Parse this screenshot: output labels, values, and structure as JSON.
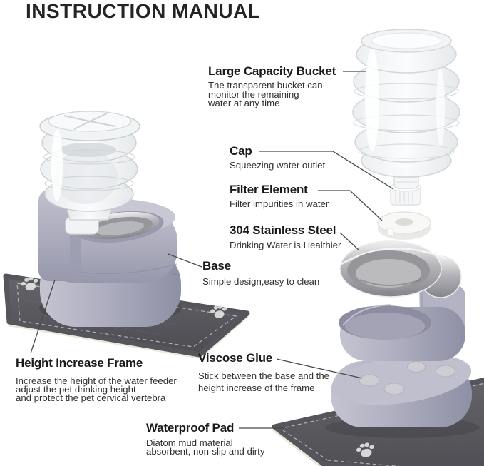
{
  "page": {
    "title": "INSTRUCTION MANUAL"
  },
  "labels": {
    "bucket": {
      "title": "Large Capacity Bucket",
      "desc": [
        "The transparent bucket can",
        "monitor the remaining",
        "water at any time"
      ]
    },
    "cap": {
      "title": "Cap",
      "desc": [
        "Squeezing water outlet"
      ]
    },
    "filter": {
      "title": "Filter Element",
      "desc": [
        "Filter impurities in water"
      ]
    },
    "steel": {
      "title": "304 Stainless Steel",
      "desc": [
        "Drinking Water is Healthier"
      ]
    },
    "base": {
      "title": "Base",
      "desc": [
        "Simple design,easy to clean"
      ]
    },
    "frame": {
      "title": "Height Increase Frame",
      "desc": [
        "Increase the height of the water feeder",
        "adjust the pet drinking height",
        "and protect the pet cervical vertebra"
      ]
    },
    "glue": {
      "title": "Viscose Glue",
      "desc": [
        "Stick between the base and the",
        "height increase of the frame"
      ]
    },
    "pad": {
      "title": "Waterproof Pad",
      "desc": [
        "Diatom mud material",
        "absorbent, non-slip and dirty"
      ]
    }
  },
  "icons": {
    "paw": "paw-print"
  },
  "colors": {
    "base_lavender": "#a9a9bd",
    "base_lavender_dark": "#8e8ea2",
    "mat_dark_gray": "#56565c",
    "mat_edge_cream": "#ece7da",
    "steel_silver": "#b0b0b4",
    "bottle_outline": "#c9ccce",
    "leader_line": "#4a4a4a",
    "text": "#1e1e1e"
  }
}
